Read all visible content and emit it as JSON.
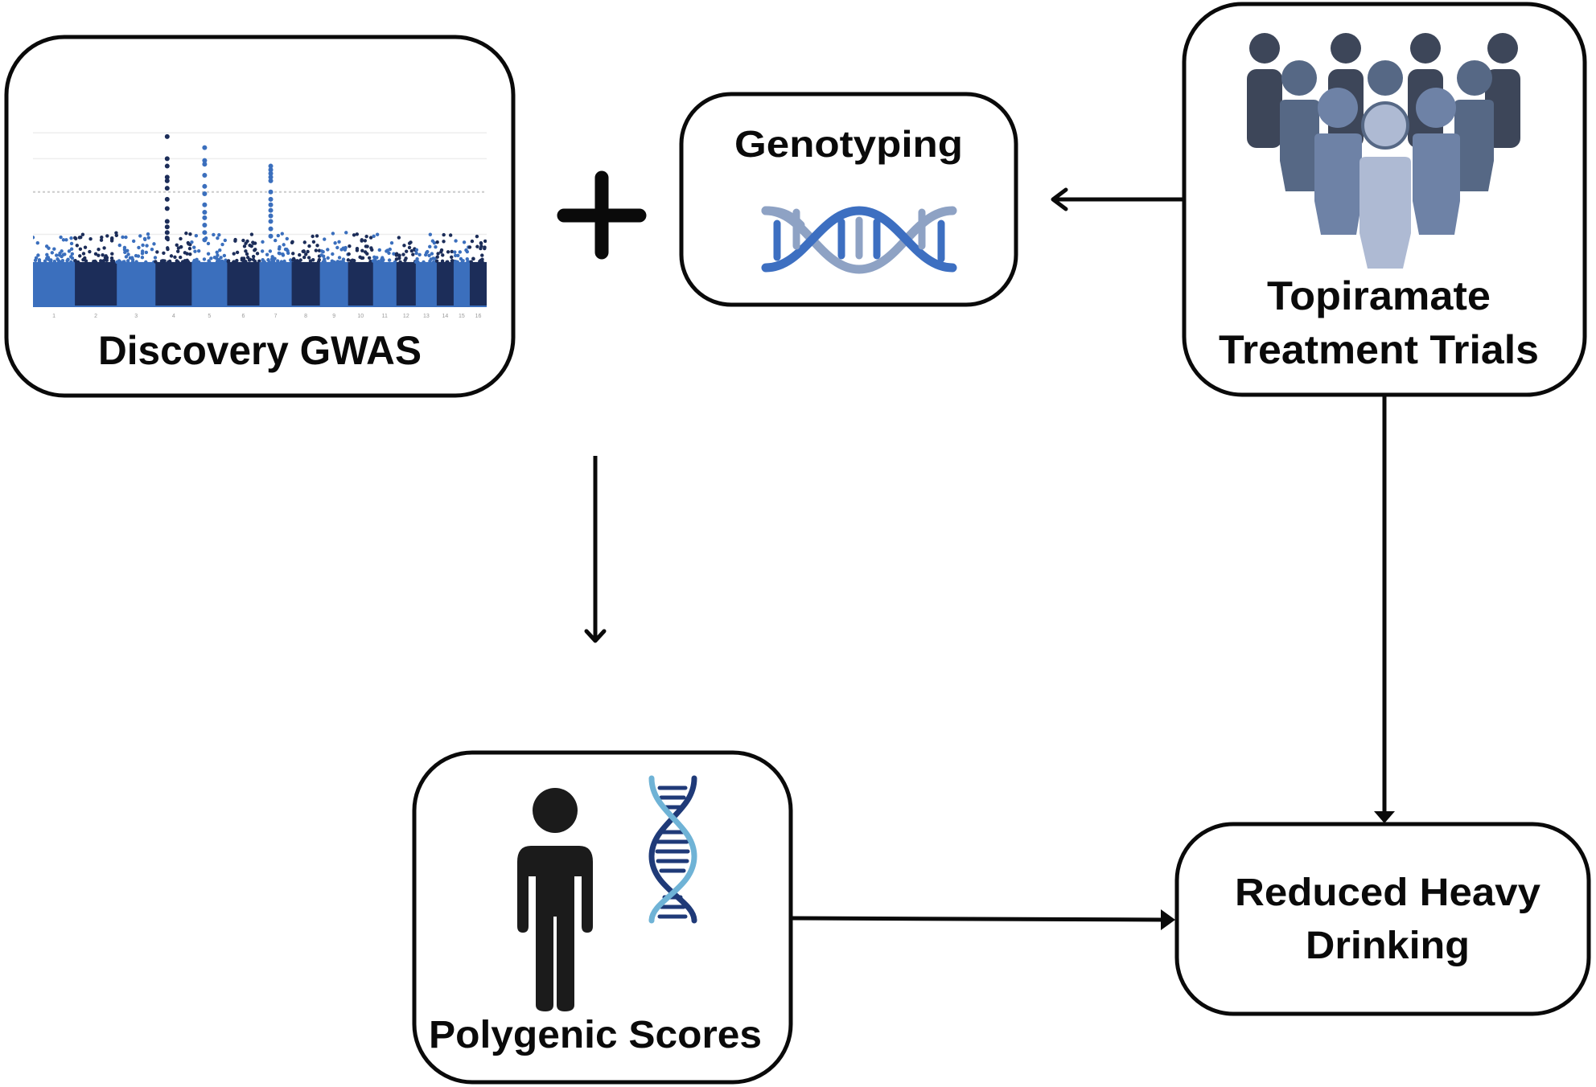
{
  "figure": {
    "nodes": {
      "discovery_gwas": {
        "label": "Discovery GWAS"
      },
      "genotyping": {
        "label": "Genotyping"
      },
      "topiramate": {
        "label_line1": "Topiramate",
        "label_line2": "Treatment Trials"
      },
      "polygenic": {
        "label": "Polygenic Scores"
      },
      "outcome": {
        "label_line1": "Reduced Heavy",
        "label_line2": "Drinking"
      }
    },
    "operators": {
      "plus": "+"
    },
    "edges": [
      {
        "from": "topiramate",
        "to": "genotyping"
      },
      {
        "from": "discovery_gwas",
        "to": "polygenic"
      },
      {
        "from": "topiramate",
        "to": "outcome"
      },
      {
        "from": "polygenic",
        "to": "outcome"
      }
    ],
    "icons": {
      "genotyping": "dna-horizontal-icon",
      "topiramate": "people-group-icon",
      "polygenic_person": "person-icon",
      "polygenic_dna": "dna-helix-icon"
    },
    "colors": {
      "line": "#0a0a0a",
      "manhattan_light": "#3b6fbd",
      "manhattan_dark": "#1c2d59",
      "dna_strand_dark": "#3d6fc1",
      "dna_strand_light": "#8ea2c4",
      "helix_light": "#6fb3d6",
      "helix_dark": "#1f3a78",
      "people_back": "#3d4659",
      "people_row2": "#566885",
      "people_row3": "#6e82a6",
      "people_front": "#aebad3"
    }
  },
  "chart_data": {
    "type": "scatter",
    "title": "",
    "xlabel": "",
    "ylabel": "",
    "grid": true,
    "categories": [
      "1",
      "2",
      "3",
      "4",
      "5",
      "6",
      "7",
      "8",
      "9",
      "10",
      "11",
      "12",
      "13",
      "14",
      "15",
      "16"
    ],
    "chromosome_widths": [
      52,
      52,
      48,
      45,
      44,
      40,
      40,
      35,
      35,
      31,
      29,
      24,
      26,
      21,
      20,
      21
    ],
    "baseline_level": 2.4,
    "significance_level": 6.2,
    "ylim": [
      0,
      10.5
    ],
    "gridlines": [
      3.9,
      6.2,
      8.0,
      9.4
    ],
    "peaks": [
      {
        "chromosome": "4",
        "values": [
          9.2,
          8.0,
          7.6,
          7.0,
          6.8,
          6.4,
          5.8,
          5.3,
          4.6,
          4.3,
          4.0,
          3.7
        ]
      },
      {
        "chromosome": "5",
        "values": [
          8.6,
          7.9,
          7.7,
          7.1,
          6.5,
          6.1,
          5.5,
          5.1,
          4.8,
          4.4,
          4.0,
          3.6
        ]
      },
      {
        "chromosome": "7",
        "values": [
          7.6,
          7.4,
          7.2,
          7.0,
          6.8,
          6.2,
          5.8,
          5.5,
          5.2,
          4.9,
          4.6,
          4.2,
          3.8
        ]
      }
    ]
  }
}
